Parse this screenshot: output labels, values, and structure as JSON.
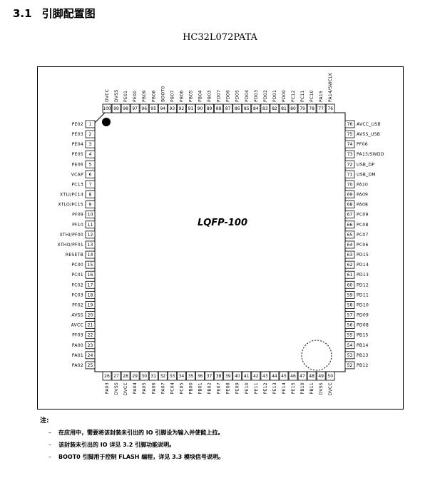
{
  "heading": {
    "number": "3.1",
    "title": "引脚配置图"
  },
  "part_number": "HC32L072PATA",
  "package_label": "LQFP-100",
  "pins": {
    "left": [
      {
        "num": "1",
        "name": "PE02"
      },
      {
        "num": "2",
        "name": "PE03"
      },
      {
        "num": "3",
        "name": "PE04"
      },
      {
        "num": "4",
        "name": "PE05"
      },
      {
        "num": "5",
        "name": "PE06"
      },
      {
        "num": "6",
        "name": "VCAP"
      },
      {
        "num": "7",
        "name": "PC13"
      },
      {
        "num": "8",
        "name": "XTLI/PC14"
      },
      {
        "num": "9",
        "name": "XTLO/PC15"
      },
      {
        "num": "10",
        "name": "PF09"
      },
      {
        "num": "11",
        "name": "PF10"
      },
      {
        "num": "12",
        "name": "XTHI/PF00"
      },
      {
        "num": "13",
        "name": "XTHO/PF01"
      },
      {
        "num": "14",
        "name": "RESETB"
      },
      {
        "num": "15",
        "name": "PC00"
      },
      {
        "num": "16",
        "name": "PC01"
      },
      {
        "num": "17",
        "name": "PC02"
      },
      {
        "num": "18",
        "name": "PC03"
      },
      {
        "num": "19",
        "name": "PF02"
      },
      {
        "num": "20",
        "name": "AVSS"
      },
      {
        "num": "21",
        "name": "AVCC"
      },
      {
        "num": "22",
        "name": "PF03"
      },
      {
        "num": "23",
        "name": "PA00"
      },
      {
        "num": "24",
        "name": "PA01"
      },
      {
        "num": "25",
        "name": "PA02"
      }
    ],
    "right": [
      {
        "num": "76",
        "name": "AVCC_USB"
      },
      {
        "num": "75",
        "name": "AVSS_USB"
      },
      {
        "num": "74",
        "name": "PF06"
      },
      {
        "num": "73",
        "name": "PA13/SWDD"
      },
      {
        "num": "72",
        "name": "USB_DP"
      },
      {
        "num": "71",
        "name": "USB_DM"
      },
      {
        "num": "70",
        "name": "PA10"
      },
      {
        "num": "69",
        "name": "PA09"
      },
      {
        "num": "68",
        "name": "PA08"
      },
      {
        "num": "67",
        "name": "PC09"
      },
      {
        "num": "66",
        "name": "PC08"
      },
      {
        "num": "65",
        "name": "PC07"
      },
      {
        "num": "64",
        "name": "PC06"
      },
      {
        "num": "63",
        "name": "PD15"
      },
      {
        "num": "62",
        "name": "PD14"
      },
      {
        "num": "61",
        "name": "PD13"
      },
      {
        "num": "60",
        "name": "PD12"
      },
      {
        "num": "59",
        "name": "PD11"
      },
      {
        "num": "58",
        "name": "PD10"
      },
      {
        "num": "57",
        "name": "PD09"
      },
      {
        "num": "56",
        "name": "PD08"
      },
      {
        "num": "55",
        "name": "PB15"
      },
      {
        "num": "54",
        "name": "PB14"
      },
      {
        "num": "53",
        "name": "PB13"
      },
      {
        "num": "52",
        "name": "PB12"
      }
    ],
    "top": [
      {
        "num": "100",
        "name": "DVCC"
      },
      {
        "num": "99",
        "name": "DVSS"
      },
      {
        "num": "98",
        "name": "PE01"
      },
      {
        "num": "97",
        "name": "PE00"
      },
      {
        "num": "96",
        "name": "PB09"
      },
      {
        "num": "95",
        "name": "PB08"
      },
      {
        "num": "94",
        "name": "BOOT0"
      },
      {
        "num": "93",
        "name": "PB07"
      },
      {
        "num": "92",
        "name": "PB06"
      },
      {
        "num": "91",
        "name": "PB05"
      },
      {
        "num": "90",
        "name": "PB04"
      },
      {
        "num": "89",
        "name": "PB03"
      },
      {
        "num": "88",
        "name": "PD07"
      },
      {
        "num": "87",
        "name": "PD06"
      },
      {
        "num": "86",
        "name": "PD05"
      },
      {
        "num": "85",
        "name": "PD04"
      },
      {
        "num": "84",
        "name": "PD03"
      },
      {
        "num": "83",
        "name": "PD02"
      },
      {
        "num": "82",
        "name": "PD01"
      },
      {
        "num": "81",
        "name": "PD00"
      },
      {
        "num": "80",
        "name": "PC12"
      },
      {
        "num": "79",
        "name": "PC11"
      },
      {
        "num": "78",
        "name": "PC10"
      },
      {
        "num": "77",
        "name": "PA15"
      },
      {
        "num": "76",
        "name": "PA14/SWCLK"
      }
    ],
    "bottom": [
      {
        "num": "26",
        "name": "PA03"
      },
      {
        "num": "27",
        "name": "DVSS"
      },
      {
        "num": "28",
        "name": "DVCC"
      },
      {
        "num": "29",
        "name": "PA04"
      },
      {
        "num": "30",
        "name": "PA05"
      },
      {
        "num": "31",
        "name": "PA06"
      },
      {
        "num": "32",
        "name": "PA07"
      },
      {
        "num": "33",
        "name": "PC04"
      },
      {
        "num": "34",
        "name": "PC05"
      },
      {
        "num": "35",
        "name": "PB00"
      },
      {
        "num": "36",
        "name": "PB01"
      },
      {
        "num": "37",
        "name": "PB02"
      },
      {
        "num": "38",
        "name": "PE07"
      },
      {
        "num": "39",
        "name": "PE08"
      },
      {
        "num": "40",
        "name": "PE09"
      },
      {
        "num": "41",
        "name": "PE10"
      },
      {
        "num": "42",
        "name": "PE11"
      },
      {
        "num": "43",
        "name": "PE12"
      },
      {
        "num": "44",
        "name": "PE13"
      },
      {
        "num": "45",
        "name": "PE14"
      },
      {
        "num": "46",
        "name": "PE15"
      },
      {
        "num": "47",
        "name": "PB10"
      },
      {
        "num": "48",
        "name": "PB11"
      },
      {
        "num": "49",
        "name": "DVSS"
      },
      {
        "num": "50",
        "name": "DVCC"
      }
    ]
  },
  "notes": {
    "title": "注:",
    "dash": "–",
    "items": [
      "在应用中，需要将该封装未引出的 IO 引脚设为输入并使能上拉。",
      "该封装未引出的 IO 详见 3.2 引脚功能说明。",
      "BOOT0 引脚用于控制 FLASH 编程，详见 3.3 模块信号说明。"
    ]
  }
}
